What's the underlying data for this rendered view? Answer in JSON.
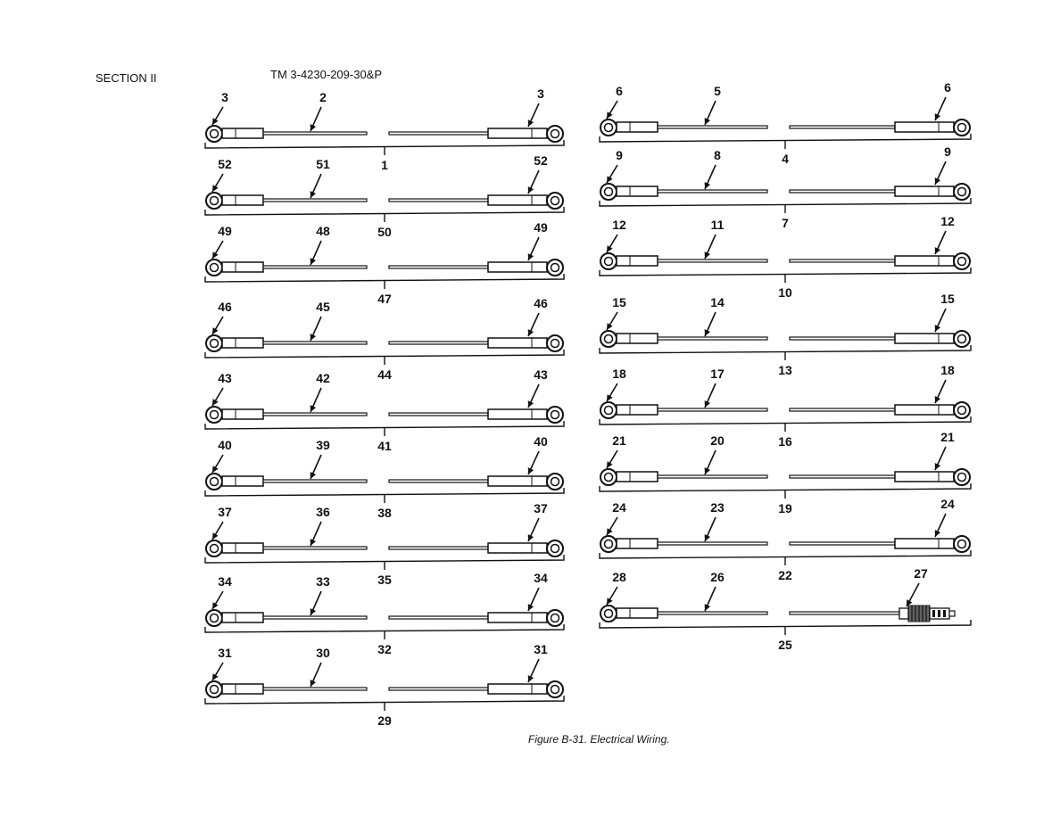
{
  "header": {
    "section": "SECTION II",
    "tm_number": "TM 3-4230-209-30&P"
  },
  "caption": "Figure B-31.  Electrical Wiring.",
  "colors": {
    "ink": "#111111",
    "paper": "#ffffff"
  },
  "left_column": [
    {
      "left_end": "3",
      "wire": "2",
      "right_end": "3",
      "assembly": "1"
    },
    {
      "left_end": "52",
      "wire": "51",
      "right_end": "52",
      "assembly": "50"
    },
    {
      "left_end": "49",
      "wire": "48",
      "right_end": "49",
      "assembly": "47"
    },
    {
      "left_end": "46",
      "wire": "45",
      "right_end": "46",
      "assembly": "44"
    },
    {
      "left_end": "43",
      "wire": "42",
      "right_end": "43",
      "assembly": "41"
    },
    {
      "left_end": "40",
      "wire": "39",
      "right_end": "40",
      "assembly": "38"
    },
    {
      "left_end": "37",
      "wire": "36",
      "right_end": "37",
      "assembly": "35"
    },
    {
      "left_end": "34",
      "wire": "33",
      "right_end": "34",
      "assembly": "32"
    },
    {
      "left_end": "31",
      "wire": "30",
      "right_end": "31",
      "assembly": "29"
    }
  ],
  "right_column": [
    {
      "left_end": "6",
      "wire": "5",
      "right_end": "6",
      "assembly": "4"
    },
    {
      "left_end": "9",
      "wire": "8",
      "right_end": "9",
      "assembly": "7"
    },
    {
      "left_end": "12",
      "wire": "11",
      "right_end": "12",
      "assembly": "10"
    },
    {
      "left_end": "15",
      "wire": "14",
      "right_end": "15",
      "assembly": "13"
    },
    {
      "left_end": "18",
      "wire": "17",
      "right_end": "18",
      "assembly": "16"
    },
    {
      "left_end": "21",
      "wire": "20",
      "right_end": "21",
      "assembly": "19"
    },
    {
      "left_end": "24",
      "wire": "23",
      "right_end": "24",
      "assembly": "22"
    },
    {
      "left_end": "28",
      "wire": "26",
      "right_end": "27",
      "assembly": "25",
      "right_connector": "plug"
    }
  ]
}
